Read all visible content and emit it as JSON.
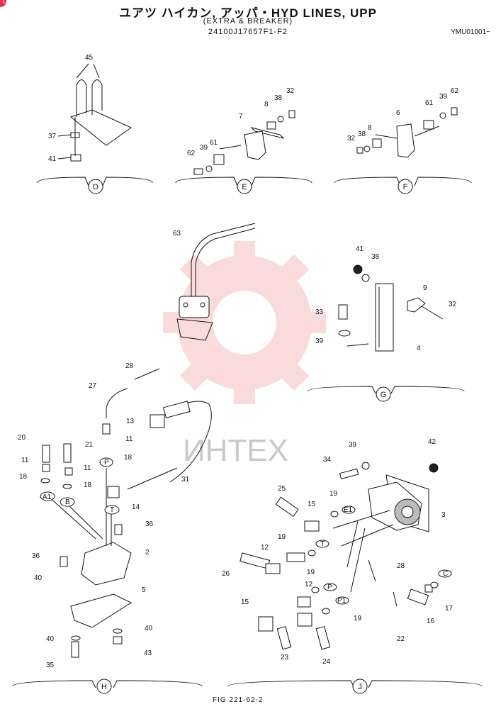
{
  "header": {
    "title": "ユアツ ハイカン, アッパ・HYD LINES, UPP",
    "subtitle": "(EXTRA & BREAKER)",
    "part_code": "24100J17657F1-F2",
    "serial": "YMU01001~"
  },
  "badge": "0",
  "watermark": "ИНТЕХ",
  "footer": "FIG 221-62-2",
  "views": [
    "D",
    "E",
    "F",
    "G",
    "H",
    "J"
  ],
  "ports": [
    "A1",
    "B",
    "P",
    "T",
    "E1",
    "T",
    "P",
    "P1",
    "C"
  ],
  "callouts": {
    "D": [
      "45",
      "37",
      "41"
    ],
    "E": [
      "8",
      "38",
      "32",
      "7",
      "61",
      "39",
      "62"
    ],
    "F": [
      "6",
      "61",
      "39",
      "62",
      "32",
      "38",
      "8"
    ],
    "G": [
      "63",
      "41",
      "38",
      "9",
      "32",
      "33",
      "39",
      "4"
    ],
    "H": [
      "28",
      "27",
      "13",
      "11",
      "18",
      "20",
      "21",
      "11",
      "11",
      "18",
      "18",
      "31",
      "14",
      "36",
      "36",
      "2",
      "40",
      "5",
      "40",
      "40",
      "43",
      "35"
    ],
    "J": [
      "39",
      "42",
      "34",
      "25",
      "15",
      "19",
      "3",
      "19",
      "12",
      "26",
      "19",
      "28",
      "15",
      "12",
      "19",
      "17",
      "16",
      "22",
      "23",
      "24"
    ]
  }
}
